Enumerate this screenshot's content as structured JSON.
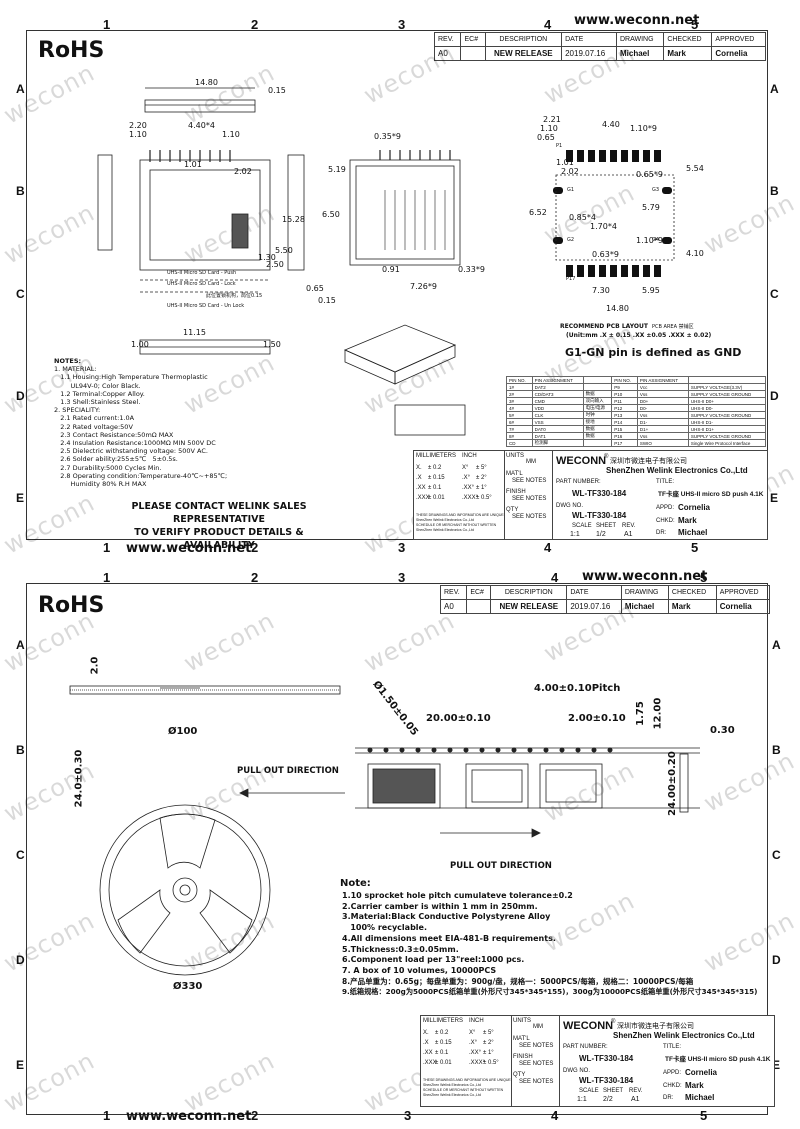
{
  "watermark": "weconn",
  "url": "www.weconn.net",
  "rohs": "RoHS",
  "columns": [
    "1",
    "2",
    "3",
    "4",
    "5"
  ],
  "rows": [
    "A",
    "B",
    "C",
    "D",
    "E"
  ],
  "revision": {
    "headers": [
      "REV.",
      "EC#",
      "DESCRIPTION",
      "DATE",
      "DRAWING",
      "CHECKED",
      "APPROVED"
    ],
    "row": [
      "A0",
      "",
      "NEW RELEASE",
      "2019.07.16",
      "Michael",
      "Mark",
      "Cornelia"
    ]
  },
  "sheet1": {
    "dims": {
      "d1480": "14.80",
      "d015": "0.15",
      "d220": "2.20",
      "d440": "4.40*4",
      "d110a": "1.10",
      "d110b": "1.10",
      "d101": "1.01",
      "d202": "2.02",
      "d035": "0.35*9",
      "d1528": "15.28",
      "d650": "6.50",
      "d519": "5.19",
      "d130": "1.30",
      "d250": "2.50",
      "d550": "5.50",
      "d065": "0.65",
      "d015b": "0.15",
      "d091": "0.91",
      "d033": "0.33*9",
      "d726": "7.26*9",
      "d1115": "11.15",
      "d100": "1.00",
      "d150": "1.50",
      "r221": "2.21",
      "r110": "1.10",
      "r065": "0.65",
      "r440": "4.40",
      "r110b": "1.10*9",
      "r101": "1.01",
      "r202": "2.02",
      "r065b": "0.65*9",
      "r554": "5.54",
      "r579": "5.79",
      "r652": "6.52",
      "r085": "0.85*4",
      "r170": "1.70*4",
      "r063": "0.63*9",
      "r110c": "1.10*9",
      "r410": "4.10",
      "r730": "7.30",
      "r595": "5.95",
      "r1480": "14.80"
    },
    "labels": {
      "push": "UHS-II Micro SD Card - Push",
      "lock": "UHS-II Micro SD Card - Lock",
      "cn": "此位置锁机构，局位0.15",
      "unlock": "UHS-II Micro SD Card - Un Lock",
      "pcb": "RECOMMEND PCB LAYOUT",
      "pcb_area": "PCB AREA 禁铺区",
      "unit": "(Unit:mm  .X ± 0.15  .XX ±0.05 .XXX ± 0.02)",
      "gnd": "G1-GN pin is defined as GND",
      "g1": "G1",
      "g2": "G2",
      "g3": "G3",
      "g4": "G4",
      "p1": "P1",
      "p17": "P17"
    },
    "notes": [
      "NOTES:",
      "1. MATERIAL:",
      "   1.1 Housing:High Temperature Thermoplastic",
      "        UL94V-0; Color Black.",
      "   1.2 Terminal:Copper Alloy.",
      "   1.3 Shell:Stainless Steel.",
      "2. SPECIALITY:",
      "   2.1 Rated current:1.0A",
      "   2.2 Rated voltage:50V",
      "   2.3 Contact Resistance:50mΩ MAX",
      "   2.4 Insulation Resistance:1000MΩ MIN 500V DC",
      "   2.5 Dielectric withstanding voltage: 500V AC.",
      "   2.6 Solder ability:255±5℃   5±0.5s.",
      "   2.7 Durability:5000 Cycles Min.",
      "   2.8 Operating condition:Temperature-40℃~+85℃;",
      "        Humidity 80% R.H MAX"
    ],
    "contact": [
      "PLEASE CONTACT WELINK SALES REPRESENTATIVE",
      "TO VERIFY PRODUCT DETAILS & AVAILABILITY"
    ],
    "pins": {
      "headers": [
        "PIN NO.",
        "PIN ASSIGNMENT",
        "",
        "PIN NO.",
        "PIN ASSIGNMENT",
        ""
      ],
      "rows": [
        [
          "1#",
          "DAT2",
          "",
          "P9",
          "Vcc",
          "SUPPLY VOLTAGE(3.3V)"
        ],
        [
          "2#",
          "CD/DAT3",
          "数据",
          "P10",
          "Vss",
          "SUPPLY VOLTAGE GROUND"
        ],
        [
          "3#",
          "CMD",
          "双向输入",
          "P11",
          "D0+",
          "UHS-II D0+"
        ],
        [
          "4#",
          "VDD",
          "电压/电源",
          "P12",
          "D0-",
          "UHS-II D0-"
        ],
        [
          "5#",
          "CLK",
          "时钟",
          "P13",
          "Vss",
          "SUPPLY VOLTAGE GROUND"
        ],
        [
          "6#",
          "VSS",
          "接地",
          "P14",
          "D1-",
          "UHS-II D1-"
        ],
        [
          "7#",
          "DAT0",
          "数据",
          "P15",
          "D1+",
          "UHS-II D1+"
        ],
        [
          "8#",
          "DAT1",
          "数据",
          "P16",
          "Vss",
          "SUPPLY VOLTAGE GROUND"
        ],
        [
          "CD",
          "检测脚",
          "",
          "P17",
          "SWIO",
          "Single Wire Protocol Interface"
        ]
      ]
    },
    "sheet": "1/2"
  },
  "sheet2": {
    "dims": {
      "d20": "2.0",
      "phi100": "Ø100",
      "d2430": "24.0±0.30",
      "phi330": "Ø330",
      "d150": "Ø1.50±0.05",
      "d400": "4.00±0.10Pitch",
      "d2000": "20.00±0.10",
      "d200": "2.00±0.10",
      "d175": "1.75",
      "d1200": "12.00",
      "d030": "0.30",
      "d2400": "24.00±0.20"
    },
    "pull1": "PULL OUT DIRECTION",
    "pull2": "PULL OUT DIRECTION",
    "note_title": "Note:",
    "notes": [
      "1.10 sprocket hole pitch cumulateve tolerance±0.2",
      "2.Carrier camber is within 1 mm in 250mm.",
      "3.Material:Black Conductive Polystyrene Alloy",
      "   100% recyclable.",
      "4.All dimensions meet EIA-481-B requirements.",
      "5.Thickness:0.3±0.05mm.",
      "6.Component load per 13\"reel:1000 pcs.",
      "7. A box of 10 volumes, 10000PCS",
      "8.产品单重为：0.65g；每盘单重为：900g/盘，规格一：5000PCS/每箱，规格二：10000PCS/每箱",
      "9.纸箱规格：200g为5000PCS纸箱单重(外形尺寸345*345*155)，300g为10000PCS纸箱单重(外形尺寸345*345*315)"
    ],
    "sheet": "2/2"
  },
  "titleblock": {
    "millimeters": "MILLIMETERS",
    "inch": "INCH",
    "units": "UNITS",
    "mm": "MM",
    "tol": [
      [
        "X.",
        "± 0.2",
        "X°",
        "± 5°"
      ],
      [
        ".X",
        "± 0.15",
        ".X°",
        "± 2°"
      ],
      [
        ".XX",
        "± 0.1",
        ".XX°",
        "± 1°"
      ],
      [
        ".XXX",
        "± 0.01",
        ".XXX°",
        "± 0.5°"
      ]
    ],
    "matl": "MAT'L",
    "finish": "FINISH",
    "qty": "QTY",
    "see_notes": "SEE NOTES",
    "logo": "WECONN",
    "reg": "®",
    "cn_name": "深圳市微连电子有限公司",
    "company": "ShenZhen Welink Electronics Co.,Ltd",
    "part_label": "PART NUMBER:",
    "part": "WL-TF330-184",
    "title_label": "TITLE:",
    "title": "TF卡座 UHS-II micro SD push 4.1K",
    "dwg_label": "DWG NO.",
    "dwg": "WL-TF330-184",
    "scale_label": "SCALE",
    "scale": "1:1",
    "sheet_label": "SHEET",
    "rev_label": "REV.",
    "rev": "A1",
    "appd_label": "APPD:",
    "appd": "Cornelia",
    "chkd_label": "CHKD:",
    "chkd": "Mark",
    "dr_label": "DR:",
    "dr": "Michael",
    "small": [
      "THESE DRAWINGS AND INFORMATION ARE UNIQUE",
      "ShenZhen Welink Electronics Co.,Ltd",
      "SCHEDULE OR MERCHANT WITHOUT WRITTEN",
      "ShenZhen Welink Electronics Co.,Ltd"
    ]
  }
}
